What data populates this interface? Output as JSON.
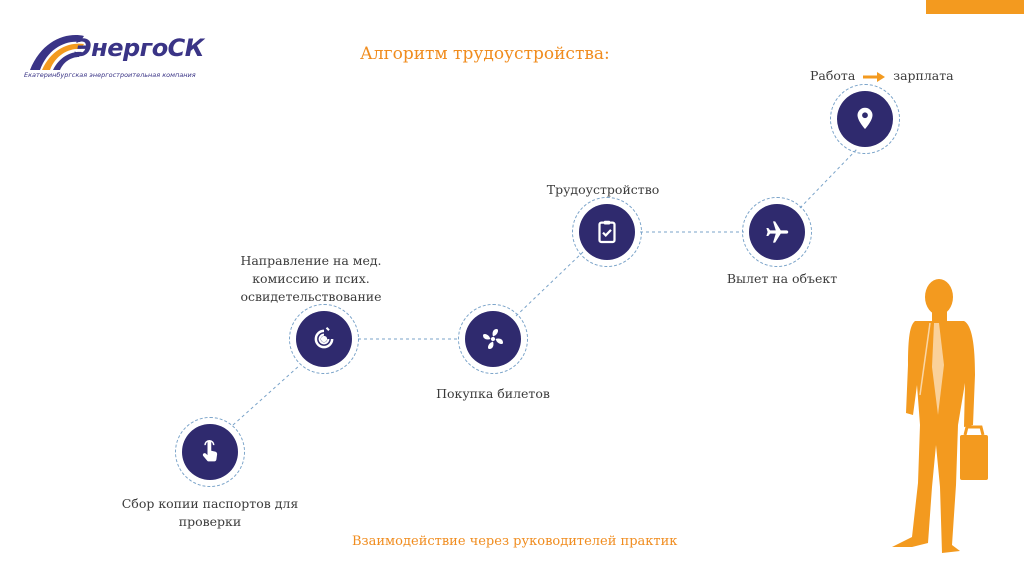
{
  "logo": {
    "name": "ЭнергоСК",
    "tagline": "Екатеринбургская энергостроительная компания",
    "colors": {
      "primary": "#3a3486",
      "accent": "#f39a1f"
    }
  },
  "title": "Алгоритм трудоустройства:",
  "steps": [
    {
      "label": "Сбор копии паспортов для проверки",
      "icon": "tap-hand-icon"
    },
    {
      "label": "Направление на мед. комиссию и псих. освидетельствование",
      "icon": "target-rings-icon"
    },
    {
      "label": "Покупка билетов",
      "icon": "fan-blades-icon"
    },
    {
      "label": "Трудоустройство",
      "icon": "clipboard-check-icon"
    },
    {
      "label": "Вылет на объект",
      "icon": "airplane-icon"
    },
    {
      "label_left": "Работа",
      "label_right": "зарплата",
      "icon": "location-pin-icon"
    }
  ],
  "footer": "Взаимодействие через руководителей практик",
  "colors": {
    "node": "#2f2a6e",
    "accent": "#f08c1e",
    "connector": "#7aa3c9",
    "text": "#3b3b3b"
  }
}
